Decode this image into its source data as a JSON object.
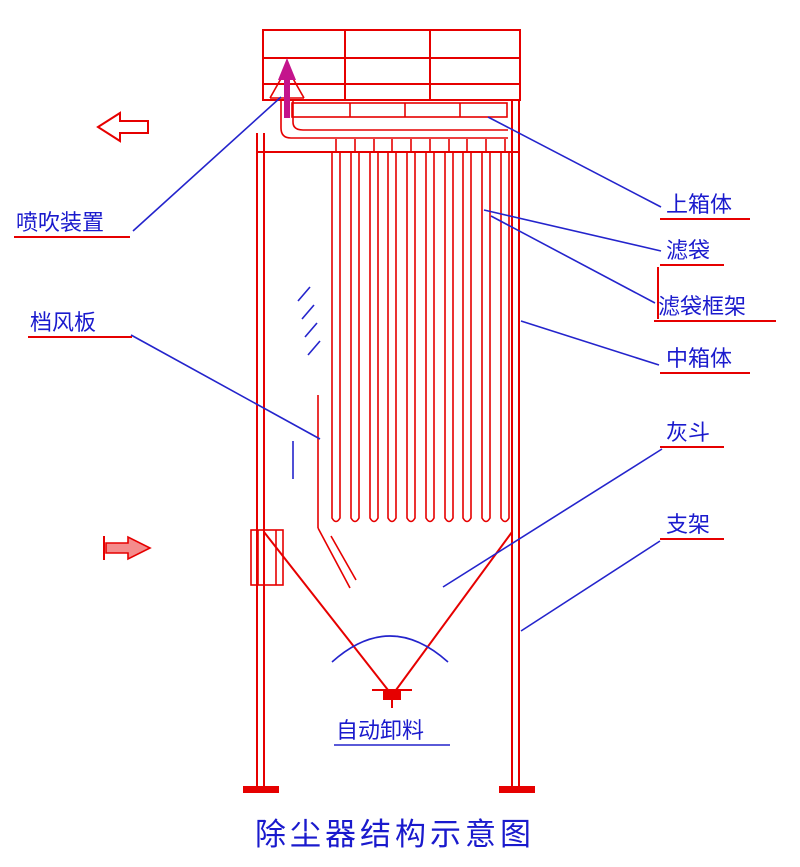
{
  "title": "除尘器结构示意图",
  "labels": {
    "blowing_device": "喷吹装置",
    "baffle": "档风板",
    "upper_box": "上箱体",
    "filter_bag": "滤袋",
    "bag_cage": "滤袋框架",
    "middle_box": "中箱体",
    "ash_hopper": "灰斗",
    "support": "支架",
    "auto_discharge": "自动卸料"
  },
  "icons": {
    "outlet_arrow": "left-arrow",
    "inlet_arrow": "right-arrow",
    "blow_arrow": "up-arrow"
  },
  "diagram": {
    "filter_bag_count": 10
  },
  "colors": {
    "line_red": "#e60000",
    "leader_blue": "#2424cc",
    "text_blue": "#1a1acd",
    "arrow_magenta": "#c4148c"
  }
}
